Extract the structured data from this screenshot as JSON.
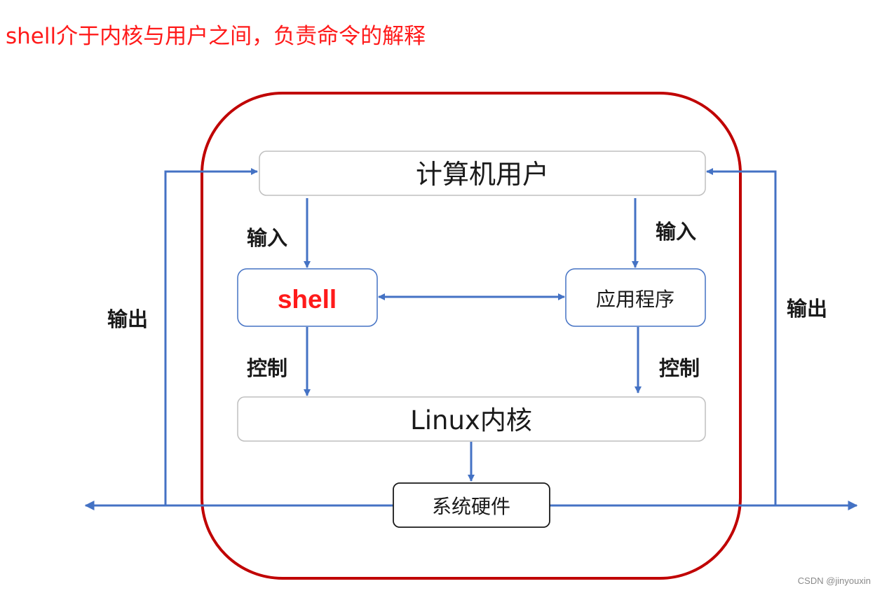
{
  "heading": "shell介于内核与用户之间，负责命令的解释",
  "nodes": {
    "user": "计算机用户",
    "shell": "shell",
    "app": "应用程序",
    "kernel": "Linux内核",
    "hardware": "系统硬件"
  },
  "edge_labels": {
    "input_left": "输入",
    "input_right": "输入",
    "control_left": "控制",
    "control_right": "控制",
    "output_left": "输出",
    "output_right": "输出"
  },
  "colors": {
    "heading": "#ff1a1a",
    "frame": "#c00000",
    "arrow": "#4472c4",
    "box_border_gray": "#bfbfbf",
    "box_border_blue": "#4472c4",
    "shell_text": "#ff1a1a"
  },
  "watermark": "CSDN @jinyouxin"
}
